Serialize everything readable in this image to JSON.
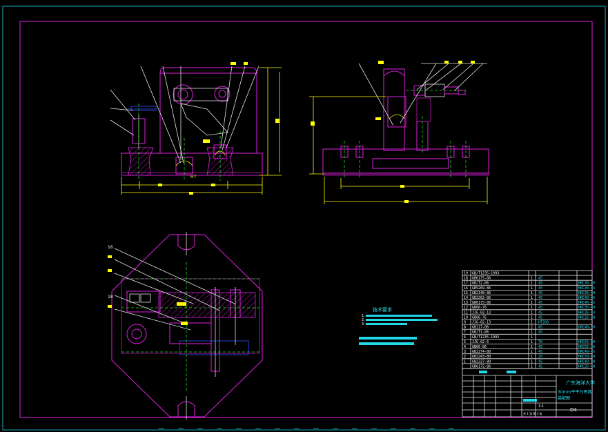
{
  "drawing": {
    "tech_req_title": "技术要求",
    "tech_req_lines": [
      "1.",
      "2.",
      "3."
    ],
    "title_block": {
      "school": "广东海洋大学",
      "part_name": "30mm平平台夹具",
      "drawing_type": "装配图",
      "scale": "1:1",
      "sheet": "D4",
      "footer": "共 1 张  第 1 张"
    },
    "leader_labels": {
      "top_view_16": "16",
      "top_view_18": "18",
      "front_h7": "H7"
    },
    "parts_list": [
      {
        "no": "19",
        "code": "GB/T1235-1993",
        "qty": "",
        "mat": "",
        "note": ""
      },
      {
        "no": "18",
        "code": "GB6175-86",
        "qty": "1",
        "mat": "45",
        "note": ""
      },
      {
        "no": "17",
        "code": "GB/T2-86",
        "qty": "1",
        "mat": "45",
        "note": "HRC35-40"
      },
      {
        "no": "16",
        "code": "GB5269-86",
        "qty": "1",
        "mat": "45",
        "note": "HRC40-45"
      },
      {
        "no": "15",
        "code": "GB2148-86",
        "qty": "1",
        "mat": "45",
        "note": "HRC35-40"
      },
      {
        "no": "14",
        "code": "GB2262-86",
        "qty": "1",
        "mat": "45",
        "note": "HRC40-45"
      },
      {
        "no": "13",
        "code": "GB6175-86",
        "qty": "1",
        "mat": "45",
        "note": "HRC40-45"
      },
      {
        "no": "12",
        "code": "GB66-76",
        "qty": "1",
        "mat": "45",
        "note": "HRC35-40"
      },
      {
        "no": "11",
        "code": "JJG-02-13",
        "qty": "1",
        "mat": "45",
        "note": "HRC35-43"
      },
      {
        "no": "10",
        "code": "GB66-76",
        "qty": "1",
        "mat": "45",
        "note": "HRC35-38"
      },
      {
        "no": "9",
        "code": "JJG-02-13",
        "qty": "1",
        "mat": "HT200",
        "note": ""
      },
      {
        "no": "8",
        "code": "GB117-86",
        "qty": "2",
        "mat": "45",
        "note": "HRC40-50"
      },
      {
        "no": "7",
        "code": "GB/T1-86",
        "qty": "1",
        "mat": "45",
        "note": ""
      },
      {
        "no": "6",
        "code": "GB/T1235-1993",
        "qty": "1",
        "mat": "",
        "note": ""
      },
      {
        "no": "5",
        "code": "JJG-02-6",
        "qty": "1",
        "mat": "T8",
        "note": "HRC55-60"
      },
      {
        "no": "4",
        "code": "GB66-86",
        "qty": "1",
        "mat": "45",
        "note": "HRC55-36"
      },
      {
        "no": "3",
        "code": "GB2274-80",
        "qty": "1",
        "mat": "45",
        "note": "HRC40-45"
      },
      {
        "no": "2",
        "code": "GB2243-80",
        "qty": "1",
        "mat": "20",
        "note": "HRC58-64"
      },
      {
        "no": "1",
        "code": "GB2227-80",
        "qty": "1",
        "mat": "45",
        "note": "HRC40-50"
      },
      {
        "no": "",
        "code": "GB6172-86",
        "qty": "1",
        "mat": "45",
        "note": "HRC35-40"
      }
    ]
  }
}
